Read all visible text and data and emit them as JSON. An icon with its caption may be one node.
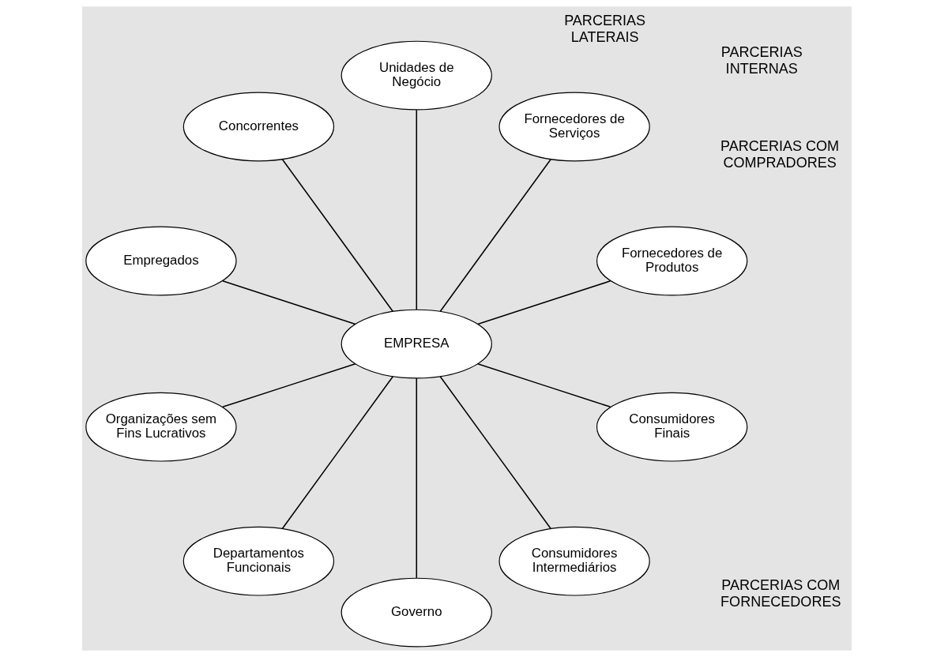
{
  "diagram": {
    "nodes": [
      {
        "text": [
          "Fornecedores de Produtos"
        ]
      },
      {
        "text": [
          "Fornecedores de Serviços"
        ]
      },
      {
        "text": [
          "Unidades de Negócio"
        ]
      },
      {
        "text": [
          "Concorrentes"
        ]
      },
      {
        "text": [
          "Empregados"
        ]
      },
      {
        "text": [
          "EMPRESA"
        ]
      },
      {
        "text": [
          "Organizações sem Fins Lucrativos"
        ]
      },
      {
        "text": [
          "Departamentos Funcionais"
        ]
      },
      {
        "text": [
          "Governo"
        ]
      },
      {
        "text": [
          "Consumidores Intermediários"
        ]
      },
      {
        "text": [
          "Consumidores Finais"
        ]
      }
    ],
    "edges": [
      {
        "from": 5,
        "to": 0,
        "arrow": "none"
      },
      {
        "from": 5,
        "to": 1,
        "arrow": "none"
      },
      {
        "from": 5,
        "to": 3,
        "arrow": "none"
      },
      {
        "from": 5,
        "to": 6,
        "arrow": "none"
      },
      {
        "from": 5,
        "to": 8,
        "arrow": "none"
      },
      {
        "from": 5,
        "to": 10,
        "arrow": "none"
      },
      {
        "from": 5,
        "to": 9,
        "arrow": "none"
      },
      {
        "from": 5,
        "to": 7,
        "arrow": "none"
      },
      {
        "from": 5,
        "to": 4,
        "arrow": "none"
      },
      {
        "from": 5,
        "to": 2,
        "arrow": "none"
      }
    ],
    "labels": [
      "PARCERIAS COM FORNECEDORES",
      "PARCERIAS INTERNAS",
      "PARCERIAS LATERAIS",
      "PARCERIAS COM COMPRADORES"
    ]
  }
}
